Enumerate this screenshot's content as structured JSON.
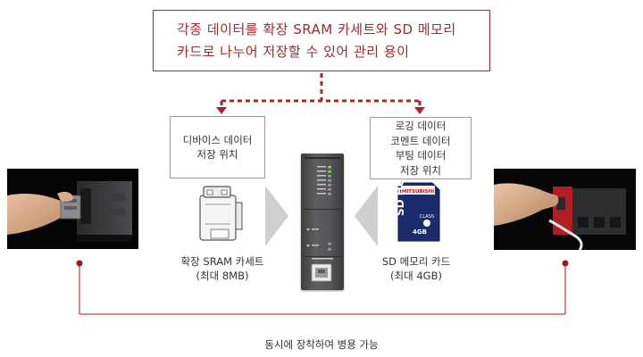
{
  "top_box": {
    "line1": "각종 데이터를 확장 SRAM 카세트와 SD 메모리",
    "line2": "카드로 나누어 저장할 수 있어 관리 용이"
  },
  "left_box": {
    "line1": "디바이스 데이터",
    "line2": "저장 위치"
  },
  "right_box": {
    "line1": "로깅 데이터",
    "line2": "코멘트 데이터",
    "line3": "부팅 데이터",
    "line4": "저장 위치"
  },
  "sram_caption": {
    "line1": "확장 SRAM 카세트",
    "line2": "(최대 8MB)"
  },
  "sd_caption": {
    "line1": "SD 메모리 카드",
    "line2": "(최대 4GB)"
  },
  "sd_card": {
    "brand": "MITSUBISHI",
    "class": "CLASS",
    "capacity": "4GB",
    "type": "SD HC"
  },
  "bottom_text": "동시에 장착하여 병용 가능",
  "colors": {
    "accent_red": "#a02a30",
    "arrow_grey": "#cfcfcf",
    "dot_red": "#a3141c"
  }
}
